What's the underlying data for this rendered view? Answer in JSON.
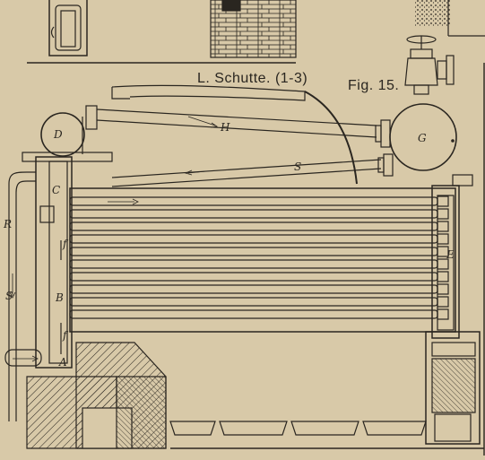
{
  "caption": {
    "title": "L. Schutte.",
    "scale": "(1-3)",
    "figure": "Fig. 15."
  },
  "labels": {
    "D": "D",
    "H": "H",
    "G": "G",
    "S_top": "S",
    "C": "C",
    "E": "E",
    "R": "R",
    "S_left": "S",
    "B": "B",
    "A": "A",
    "f1": "f",
    "f2": "f"
  },
  "colors": {
    "paper": "#d8c9a8",
    "ink": "#2a2620"
  }
}
